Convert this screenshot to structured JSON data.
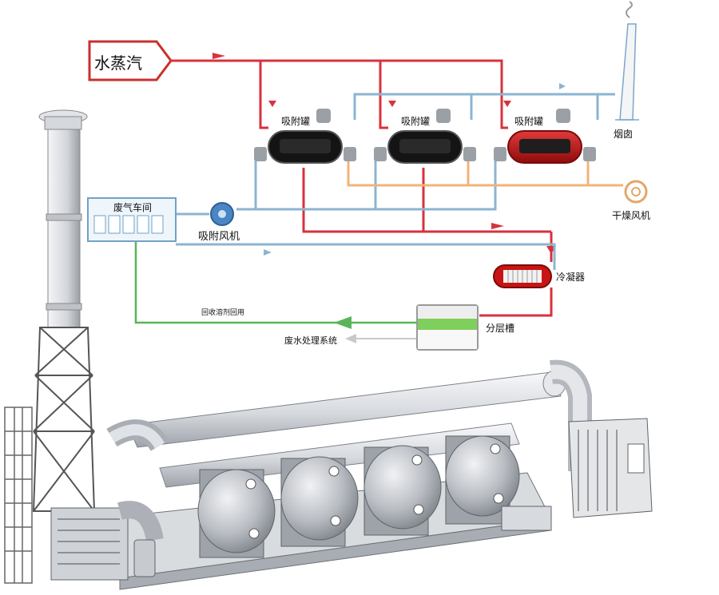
{
  "labels": {
    "steam": "水蒸汽",
    "adsorber_1": "吸附罐",
    "adsorber_2": "吸附罐",
    "adsorber_3": "吸附罐",
    "chimney": "烟囱",
    "workshop": "废气车间",
    "adsorption_fan": "吸附风机",
    "drying_fan": "干燥风机",
    "condenser": "冷凝器",
    "recovery": "回收溶剂回用",
    "separator": "分层槽",
    "wastewater": "废水处理系统"
  },
  "colors": {
    "steam_line": "#d8323c",
    "air_line": "#8cb4d2",
    "dry_line": "#f0b478",
    "recovery_line": "#5ab45a",
    "active_tank": "#c81414",
    "tank_body": "#141414",
    "equipment_gray": "#c9ccd0"
  }
}
